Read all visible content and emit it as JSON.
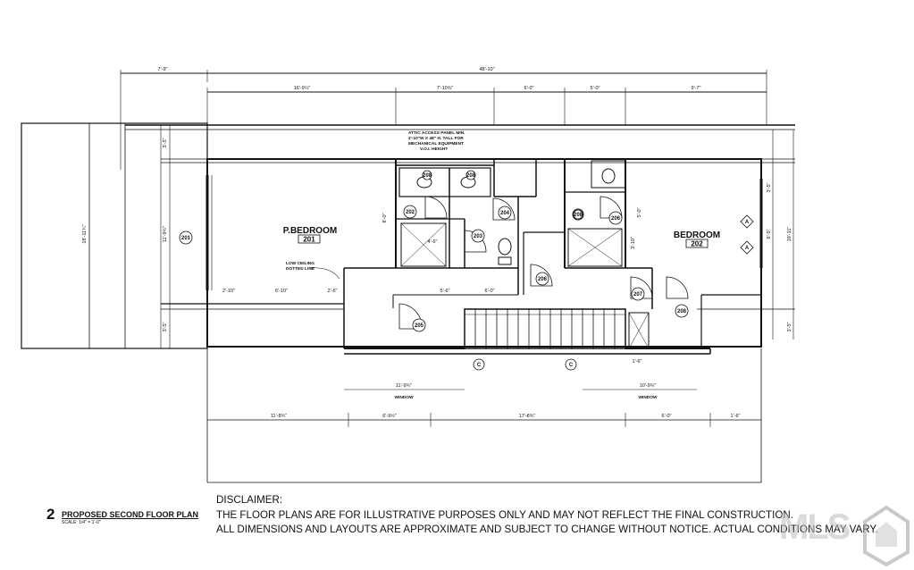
{
  "rooms": {
    "primary": {
      "name": "P.BEDROOM",
      "number": "201"
    },
    "secondary": {
      "name": "BEDROOM",
      "number": "202"
    }
  },
  "door_tags": [
    "202",
    "203",
    "204",
    "205",
    "206",
    "206",
    "207",
    "208"
  ],
  "fixture_tags": [
    "208",
    "208",
    "208"
  ],
  "wall_tags": [
    "201",
    "A",
    "A",
    "C",
    "C"
  ],
  "notes": {
    "attic": [
      "ATTIC ACCESS PANEL MIN.",
      "2'-10\"W X 48\" H. TALL FOR",
      "MECHANICAL EQUIPMENT",
      "V.O.I.  HEIGHT"
    ],
    "ceiling": [
      "LOW CEILING",
      "DOTTED LINE"
    ],
    "window_1": "WINDOW",
    "window_2": "WINDOW"
  },
  "dimensions": {
    "top_overall": "48'-10\"",
    "top_left": "7'-9\"",
    "top_segments": [
      "16'-9¼\"",
      "7'-10¾\"",
      "6'-0\"",
      "5'-0\"",
      "9'-7\""
    ],
    "left_segments": [
      "3'-5\"",
      "11'-9¾\"",
      "3'-5\""
    ],
    "left_overall": "18'-11¾\"",
    "right_segments": [
      "3'-5\"",
      "6'-5\"",
      "3'-5\""
    ],
    "right_overall": "18'-11\"",
    "bottom_segments": [
      "11'-8¾\"",
      "6'-9½\"",
      "17'-8¾\"",
      "6'-0\"",
      "1'-6\""
    ],
    "window_dims": [
      "11'-9¾\"",
      "10'-9¾\""
    ],
    "interior": [
      "6'-10\"",
      "2'-10\"",
      "2'-6\"",
      "8'-0\"",
      "4'-6\"",
      "6'-0\"",
      "5'-0\"",
      "3'-10\"",
      "1'-6\"",
      "5'-6\""
    ]
  },
  "footer": {
    "plan_number": "2",
    "plan_title": "PROPOSED SECOND FLOOR PLAN",
    "plan_scale": "SCALE: 1/4\" = 1'-0\"",
    "disclaimer_heading": "DISCLAIMER:",
    "disclaimer_line1": "THE FLOOR PLANS ARE FOR ILLUSTRATIVE PURPOSES ONLY AND MAY NOT REFLECT THE FINAL CONSTRUCTION.",
    "disclaimer_line2": "ALL DIMENSIONS AND LAYOUTS ARE APPROXIMATE AND SUBJECT TO CHANGE WITHOUT NOTICE. ACTUAL CONDITIONS MAY VARY."
  },
  "watermark": {
    "text": "MLS",
    "accent": "#8e8e8e"
  },
  "colors": {
    "ink": "#111111",
    "paper": "#ffffff",
    "watermark": "#bdbdbd"
  }
}
